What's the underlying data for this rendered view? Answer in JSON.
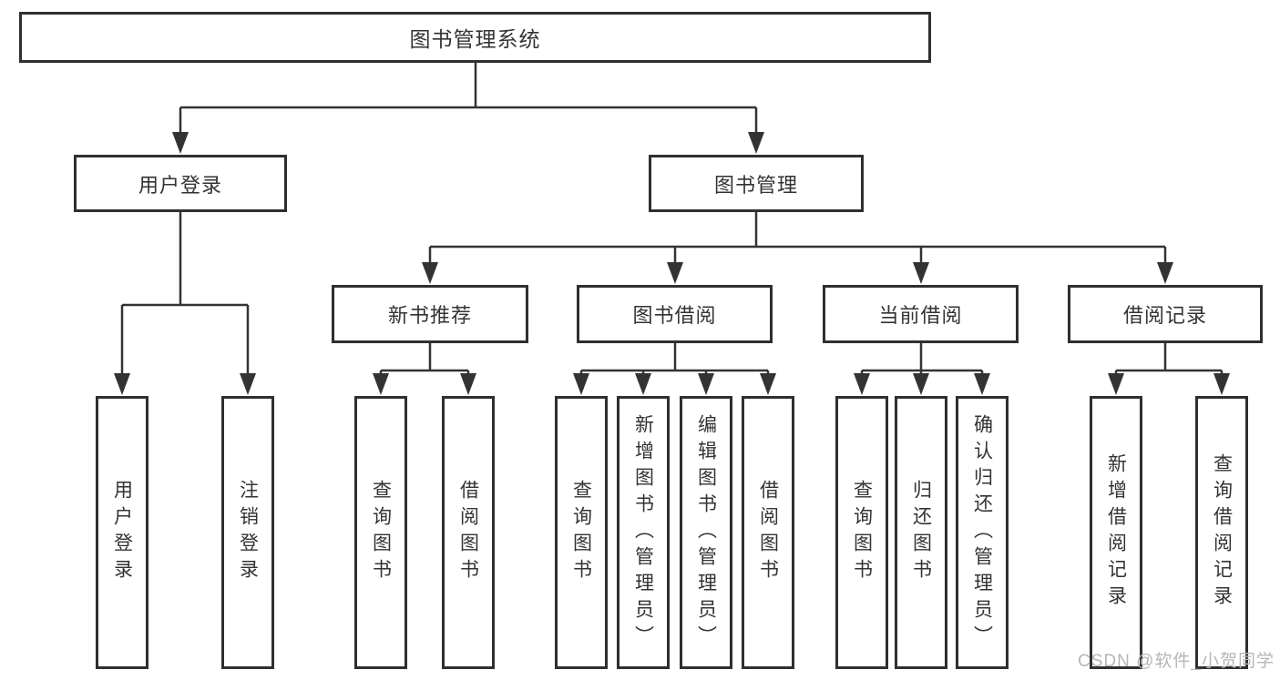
{
  "tree": {
    "label": "图书管理系统",
    "children": [
      {
        "label": "用户登录",
        "children": [
          {
            "label": "用户登录"
          },
          {
            "label": "注销登录"
          }
        ]
      },
      {
        "label": "图书管理",
        "children": [
          {
            "label": "新书推荐",
            "children": [
              {
                "label": "查询图书"
              },
              {
                "label": "借阅图书"
              }
            ]
          },
          {
            "label": "图书借阅",
            "children": [
              {
                "label": "查询图书"
              },
              {
                "label": "新增图书（管理员）"
              },
              {
                "label": "编辑图书（管理员）"
              },
              {
                "label": "借阅图书"
              }
            ]
          },
          {
            "label": "当前借阅",
            "children": [
              {
                "label": "查询图书"
              },
              {
                "label": "归还图书"
              },
              {
                "label": "确认归还（管理员）"
              }
            ]
          },
          {
            "label": "借阅记录",
            "children": [
              {
                "label": "新增借阅记录"
              },
              {
                "label": "查询借阅记录"
              }
            ]
          }
        ]
      }
    ]
  },
  "watermark": "CSDN @软件_小贺同学",
  "colors": {
    "box_border": "#2f2f2f",
    "connector_line": "#333333",
    "text": "#333333",
    "watermark": "#b3b6ba",
    "background": "#ffffff"
  }
}
